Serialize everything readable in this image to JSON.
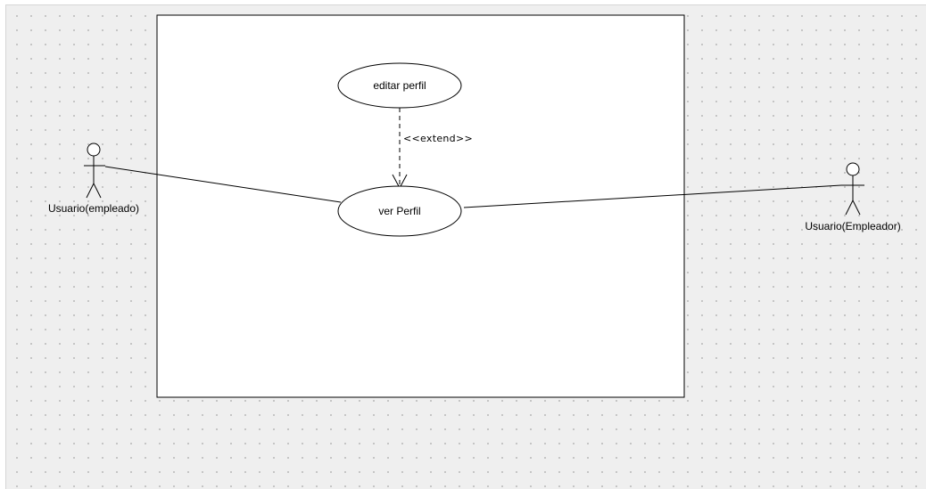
{
  "diagram": {
    "type": "use-case",
    "system_boundary": {
      "label": ""
    },
    "actors": [
      {
        "id": "actor-empleado",
        "label": "Usuario(empleado)"
      },
      {
        "id": "actor-empleador",
        "label": "Usuario(Empleador)"
      }
    ],
    "use_cases": [
      {
        "id": "uc-editar",
        "label": "editar perfil"
      },
      {
        "id": "uc-ver",
        "label": "ver Perfil"
      }
    ],
    "relationships": [
      {
        "type": "association",
        "from": "actor-empleado",
        "to": "uc-ver"
      },
      {
        "type": "association",
        "from": "actor-empleador",
        "to": "uc-ver"
      },
      {
        "type": "extend",
        "from": "uc-editar",
        "to": "uc-ver",
        "label": "<<extend>>"
      }
    ]
  },
  "colors": {
    "canvas_background": "#efefef",
    "grid_dot": "#b9b9b9",
    "shape_fill": "#ffffff",
    "stroke": "#000000"
  }
}
